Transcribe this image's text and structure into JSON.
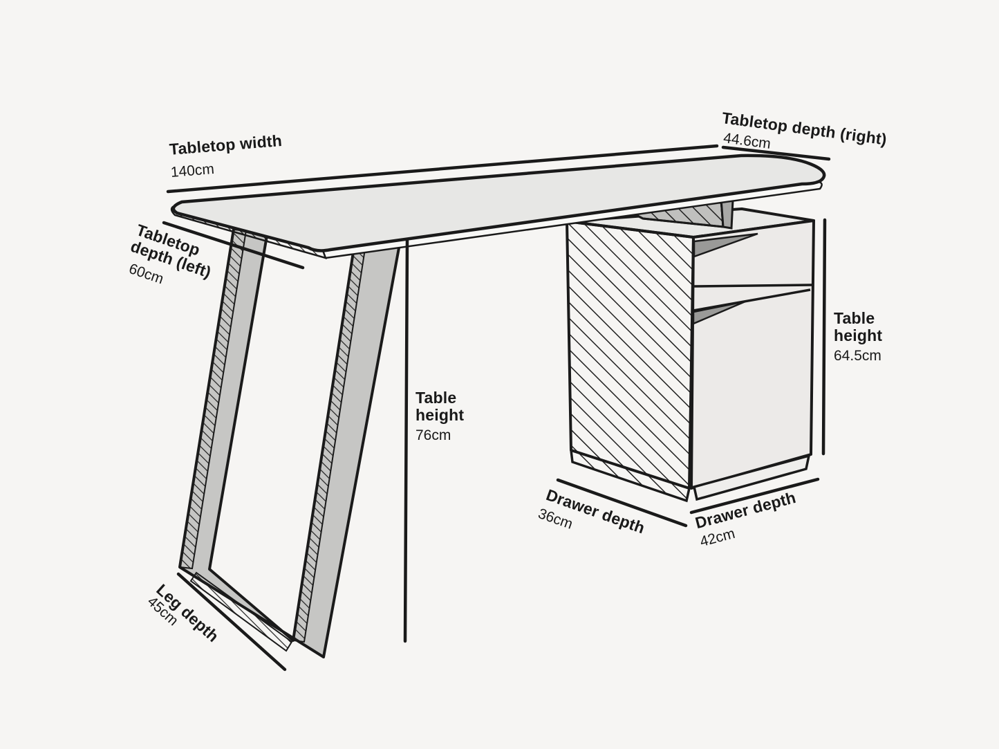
{
  "diagram": {
    "title": "Desk dimensions line drawing",
    "labels": {
      "tabletop_width": {
        "name": "Tabletop width",
        "value": "140cm"
      },
      "tabletop_depth_right": {
        "name": "Tabletop depth (right)",
        "value": "44.6cm"
      },
      "tabletop_depth_left": {
        "name": "Tabletop depth (left)",
        "value": "60cm"
      },
      "table_height_left": {
        "name": "Table height",
        "value": "76cm"
      },
      "table_height_right": {
        "name": "Table height",
        "value": "64.5cm"
      },
      "drawer_depth_left": {
        "name": "Drawer depth",
        "value": "36cm"
      },
      "drawer_depth_right": {
        "name": "Drawer depth",
        "value": "42cm"
      },
      "leg_depth": {
        "name": "Leg depth",
        "value": "45cm"
      }
    },
    "colors": {
      "background": "#f6f5f3",
      "line": "#1a1a1a",
      "tabletop_surface": "#e7e7e5",
      "pedestal_surface": "#eceae8",
      "leg_panel": "#c6c6c4",
      "handle_recess": "#9a9a98",
      "bracket_face": "#a8a8a6"
    }
  }
}
